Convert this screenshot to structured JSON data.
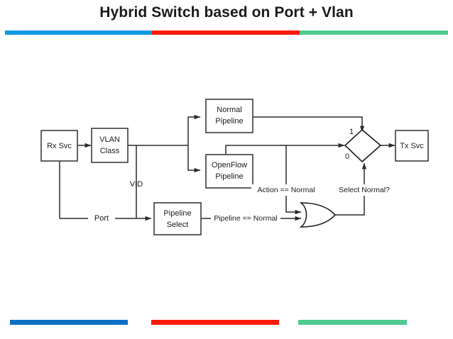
{
  "slide": {
    "title": "Hybrid Switch based on Port + Vlan",
    "accent_colors": {
      "blue_top": "#0d9ae0",
      "red": "#f91b09",
      "green": "#4ecb92",
      "blue_bottom": "#0d6fc4"
    }
  },
  "diagram": {
    "type": "block-diagram",
    "nodes": {
      "rx_svc": {
        "label": "Rx Svc",
        "shape": "rect"
      },
      "vlan_class": {
        "label_line1": "VLAN",
        "label_line2": "Class",
        "shape": "rect"
      },
      "normal_pipeline": {
        "label_line1": "Normal",
        "label_line2": "Pipeline",
        "shape": "rect"
      },
      "openflow_pipeline": {
        "label_line1": "OpenFlow",
        "label_line2": "Pipeline",
        "shape": "rect"
      },
      "pipeline_select": {
        "label_line1": "Pipeline",
        "label_line2": "Select",
        "shape": "rect"
      },
      "tx_svc": {
        "label": "Tx Svc",
        "shape": "rect"
      },
      "mux": {
        "shape": "diamond",
        "input_one": "1",
        "input_zero": "0"
      },
      "or_gate": {
        "shape": "or-gate"
      }
    },
    "edge_labels": {
      "vid": "VID",
      "port": "Port",
      "action_normal": "Action == Normal",
      "pipeline_normal": "Pipeline == Normal",
      "select_normal": "Select Normal?"
    }
  }
}
